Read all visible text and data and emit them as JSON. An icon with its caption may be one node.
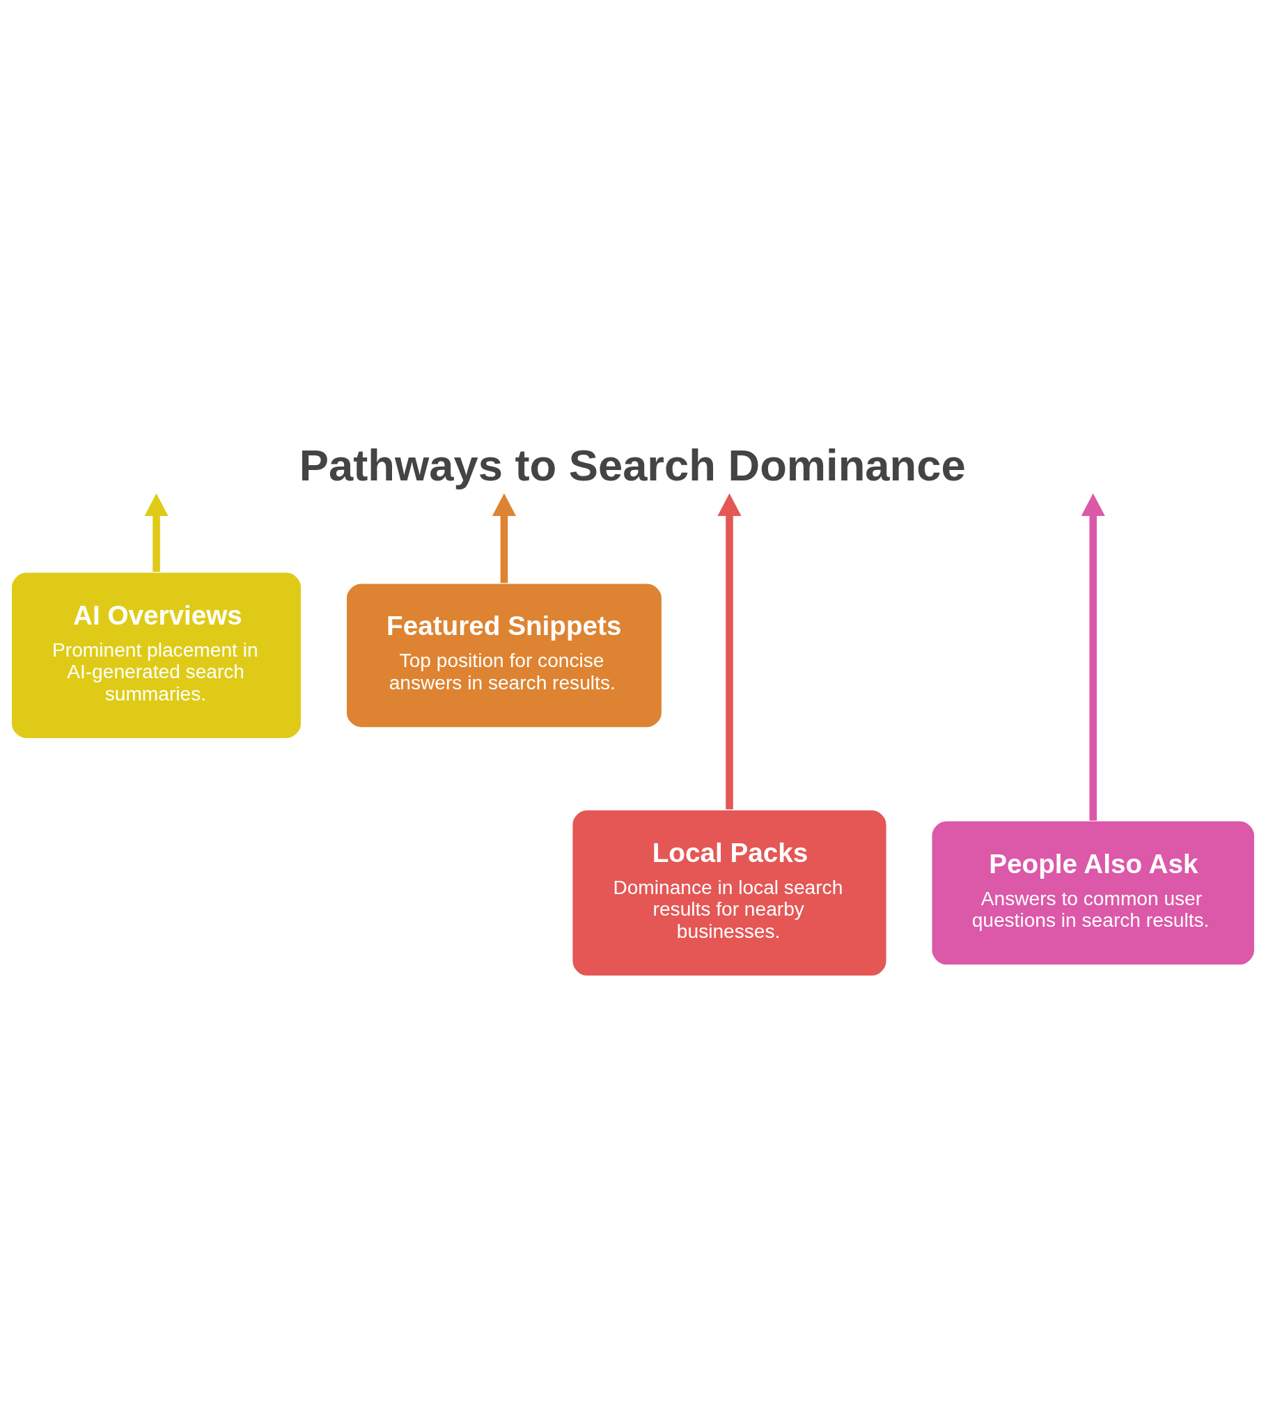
{
  "diagram": {
    "title": "Pathways to Search Dominance",
    "nodes": [
      {
        "text": [
          "AI Overviews",
          "Prominent placement in AI-generated search summaries."
        ]
      },
      {
        "text": [
          "Featured Snippets",
          "Top position for concise answers in search results."
        ]
      },
      {
        "text": [
          "Local Packs",
          "Dominance in local search results for nearby businesses."
        ]
      },
      {
        "text": [
          "People Also Ask",
          "Answers to common user questions in search results."
        ]
      }
    ],
    "edges": [
      {
        "from": 0,
        "to": null,
        "arrow": "to",
        "color": "#dfcb17"
      },
      {
        "from": 2,
        "to": null,
        "arrow": "to",
        "color": "#e45755"
      },
      {
        "from": 3,
        "to": null,
        "arrow": "to",
        "color": "#dc58a8"
      },
      {
        "from": 1,
        "to": null,
        "arrow": "to",
        "color": "#de8331"
      }
    ]
  }
}
